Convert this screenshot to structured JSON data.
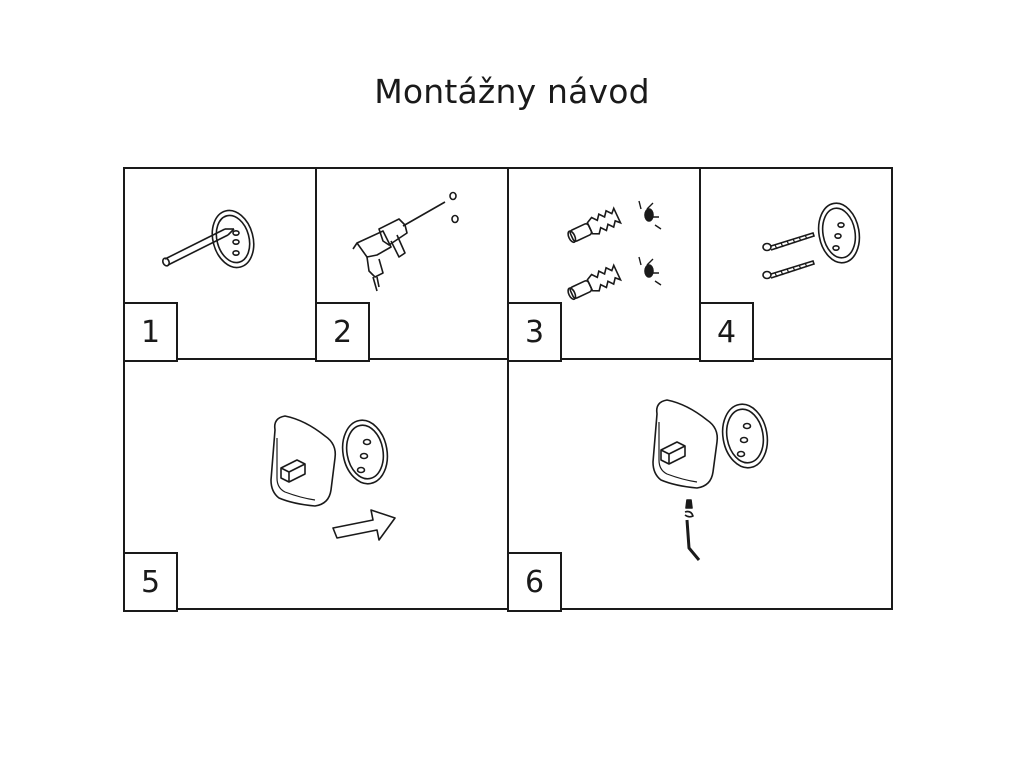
{
  "title": "Montážny návod",
  "steps": [
    {
      "number": "1",
      "icon": "pencil-mark-icon"
    },
    {
      "number": "2",
      "icon": "drill-icon"
    },
    {
      "number": "3",
      "icon": "wall-plug-icon"
    },
    {
      "number": "4",
      "icon": "screw-icon"
    },
    {
      "number": "5",
      "icon": "mount-hook-arrow-icon"
    },
    {
      "number": "6",
      "icon": "allen-key-fix-icon"
    }
  ]
}
